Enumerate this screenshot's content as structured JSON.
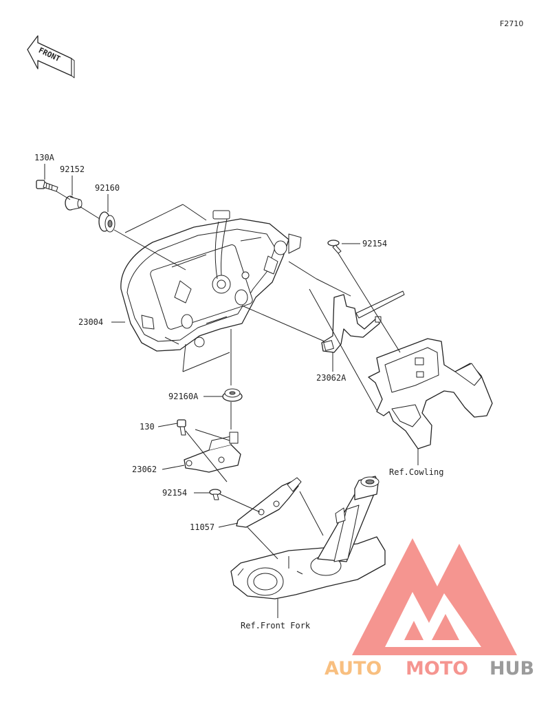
{
  "figure_id": "F2710",
  "front_label": "FRONT",
  "parts": {
    "p130A": "130A",
    "p92152": "92152",
    "p92160": "92160",
    "p23004": "23004",
    "p92154_top": "92154",
    "p23062A": "23062A",
    "p92160A": "92160A",
    "p130": "130",
    "p23062": "23062",
    "p92154_low": "92154",
    "p11057": "11057"
  },
  "refs": {
    "cowling": "Ref.Cowling",
    "front_fork": "Ref.Front Fork"
  },
  "watermark": {
    "part1": "AUTO",
    "part2": "MOTO",
    "part3": "HUB",
    "color_primary": "#f4837d",
    "color_secondary": "#f7b56a",
    "color_dark": "#8a8a8a"
  }
}
